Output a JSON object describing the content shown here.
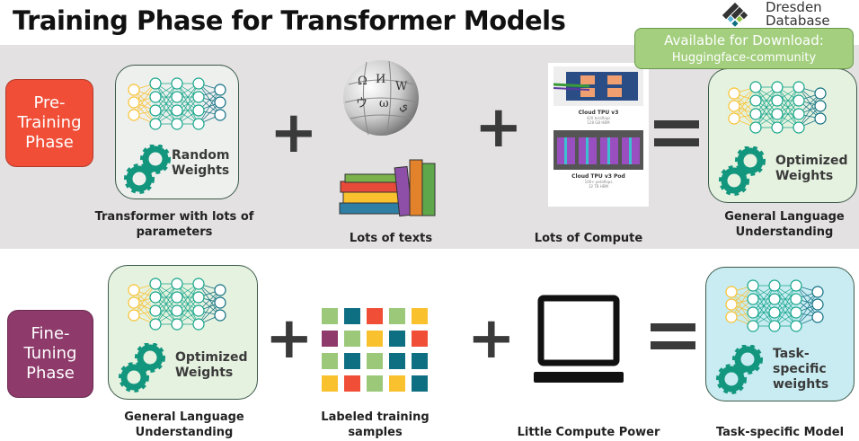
{
  "title": "Training Phase for Transformer Models",
  "logo": {
    "line1": "Dresden",
    "line2": "Database"
  },
  "banner": {
    "line1": "Available for Download:",
    "line2": "Huggingface-community"
  },
  "pretraining": {
    "phase_label": "Pre-Training Phase",
    "model_box": {
      "weights_label": "Random Weights",
      "caption": "Transformer with lots of parameters"
    },
    "data_caption": "Lots of texts",
    "compute": {
      "caption": "Lots of Compute",
      "card1": {
        "title": "Cloud TPU v3",
        "spec1": "420 teraflops",
        "spec2": "128 GB HBM"
      },
      "card2": {
        "title": "Cloud TPU v3 Pod",
        "spec1": "100+ petaflops",
        "spec2": "32 TB HBM"
      }
    },
    "result_box": {
      "weights_label": "Optimized Weights",
      "caption": "General Language Understanding"
    }
  },
  "finetuning": {
    "phase_label": "Fine-Tuning Phase",
    "model_box": {
      "weights_label": "Optimized Weights",
      "caption": "General Language Understanding"
    },
    "data_caption": "Labeled training samples",
    "compute_caption": "Little Compute Power",
    "result_box": {
      "weights_label": "Task-specific weights",
      "caption": "Task-specific Model"
    }
  },
  "colors": {
    "pretrain": "#f04e37",
    "finetune": "#8e3a6b",
    "teal": "#13a58a",
    "yellow": "#f9c12e",
    "darkteal": "#0f6f82",
    "banner": "#a3cf7e"
  },
  "sample_grid": [
    [
      "#9cc87a",
      "#0f6f82",
      "#f04e37",
      "#9cc87a",
      "#f9c12e"
    ],
    [
      "#8e3a6b",
      "#9cc87a",
      "#f9c12e",
      "#0f6f82",
      "#f04e37"
    ],
    [
      "#9cc87a",
      "#0f6f82",
      "#9cc87a",
      "#0f6f82",
      "#0f6f82"
    ],
    [
      "#f9c12e",
      "#f04e37",
      "#9cc87a",
      "#f9c12e",
      "#0f6f82"
    ]
  ]
}
